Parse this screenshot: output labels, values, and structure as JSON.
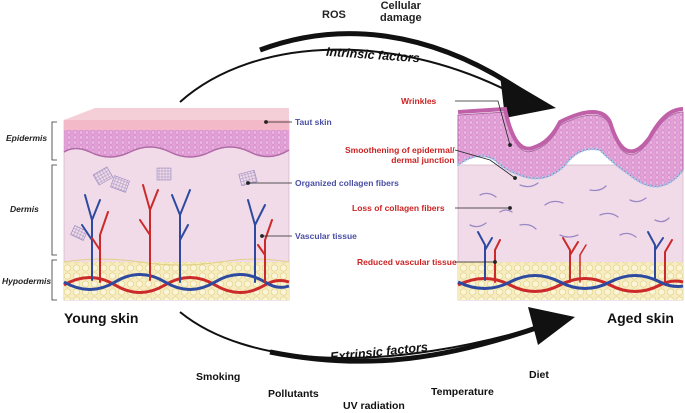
{
  "top": {
    "ros": "ROS",
    "cellular_damage_line1": "Cellular",
    "cellular_damage_line2": "damage",
    "intrinsic": "Intrinsic factors"
  },
  "left_panel": {
    "title": "Young skin",
    "layers": [
      "Epidermis",
      "Dermis",
      "Hypodermis"
    ],
    "labels": [
      "Taut skin",
      "Organized collagen fibers",
      "Vascular tissue"
    ]
  },
  "right_panel": {
    "title": "Aged skin",
    "labels": [
      "Wrinkles",
      "Smoothening of epidermal/",
      "dermal junction",
      "Loss of collagen fibers",
      "Reduced vascular tissue"
    ]
  },
  "bottom": {
    "extrinsic": "Extrinsic factors",
    "factors": [
      "Smoking",
      "Pollutants",
      "UV radiation",
      "Temperature",
      "Diet"
    ]
  },
  "colors": {
    "label_blue": "#4a4fa3",
    "label_red": "#cc2222",
    "epidermis": "#e8a6d8",
    "dermis": "#f2dbe8",
    "hypodermis": "#f4e7b2",
    "artery": "#cc2a2a",
    "vein": "#2d4aa0"
  }
}
